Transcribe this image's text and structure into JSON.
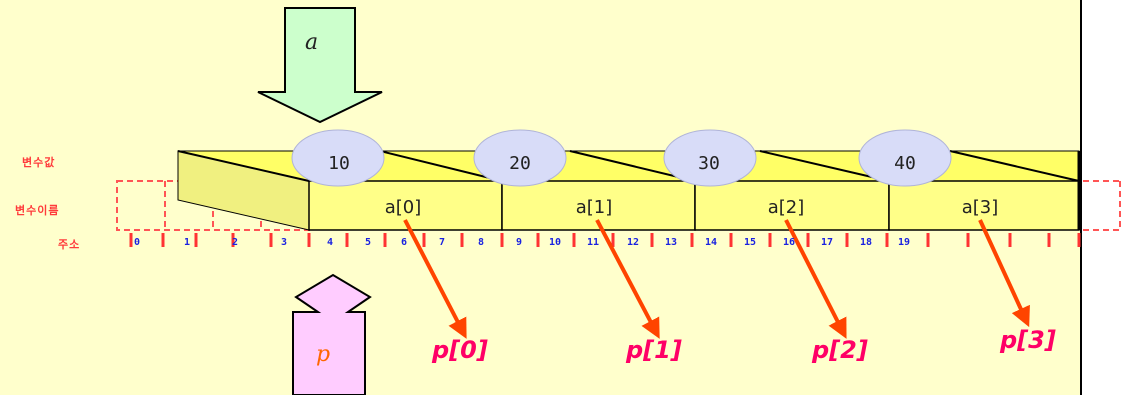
{
  "labels": {
    "value_row": "변수값",
    "name_row": "변수이름",
    "address_row": "주소"
  },
  "array_var": "a",
  "pointer_var": "p",
  "cells": [
    {
      "name": "a[0]",
      "value": "10",
      "pointer": "p[0]"
    },
    {
      "name": "a[1]",
      "value": "20",
      "pointer": "p[1]"
    },
    {
      "name": "a[2]",
      "value": "30",
      "pointer": "p[2]"
    },
    {
      "name": "a[3]",
      "value": "40",
      "pointer": "p[3]"
    }
  ],
  "addresses": [
    "0",
    "1",
    "2",
    "3",
    "4",
    "5",
    "6",
    "7",
    "8",
    "9",
    "10",
    "11",
    "12",
    "13",
    "14",
    "15",
    "16",
    "17",
    "18",
    "19"
  ],
  "colors": {
    "background": "#ffffcc",
    "cell_fill": "#ffff88",
    "cell_top": "#ffff66",
    "bubble": "#d8dcf8",
    "array_arrow": "#ccffcc",
    "pointer_arrow": "#ffccff",
    "pointer_line": "#ff4400",
    "pointer_text": "#ff0066",
    "address_text": "#1a22e0",
    "label_text": "#ff3b3b"
  }
}
